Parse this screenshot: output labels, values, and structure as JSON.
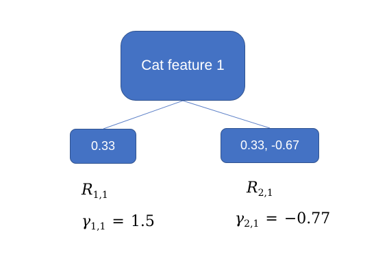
{
  "tree": {
    "root": {
      "label": "Cat feature 1"
    },
    "left_leaf": {
      "label": "0.33",
      "region": {
        "var": "R",
        "sub": "1,1"
      },
      "gamma": {
        "var": "γ",
        "sub": "1,1",
        "eq": "=",
        "value": "1.5"
      }
    },
    "right_leaf": {
      "label": "0.33, -0.67",
      "region": {
        "var": "R",
        "sub": "2,1"
      },
      "gamma": {
        "var": "γ",
        "sub": "2,1",
        "eq": "=",
        "value": "−0.77"
      }
    }
  },
  "colors": {
    "node_fill": "#4472c4",
    "node_border": "#2f528f",
    "edge": "#5b7fc7",
    "node_text": "#ffffff"
  }
}
